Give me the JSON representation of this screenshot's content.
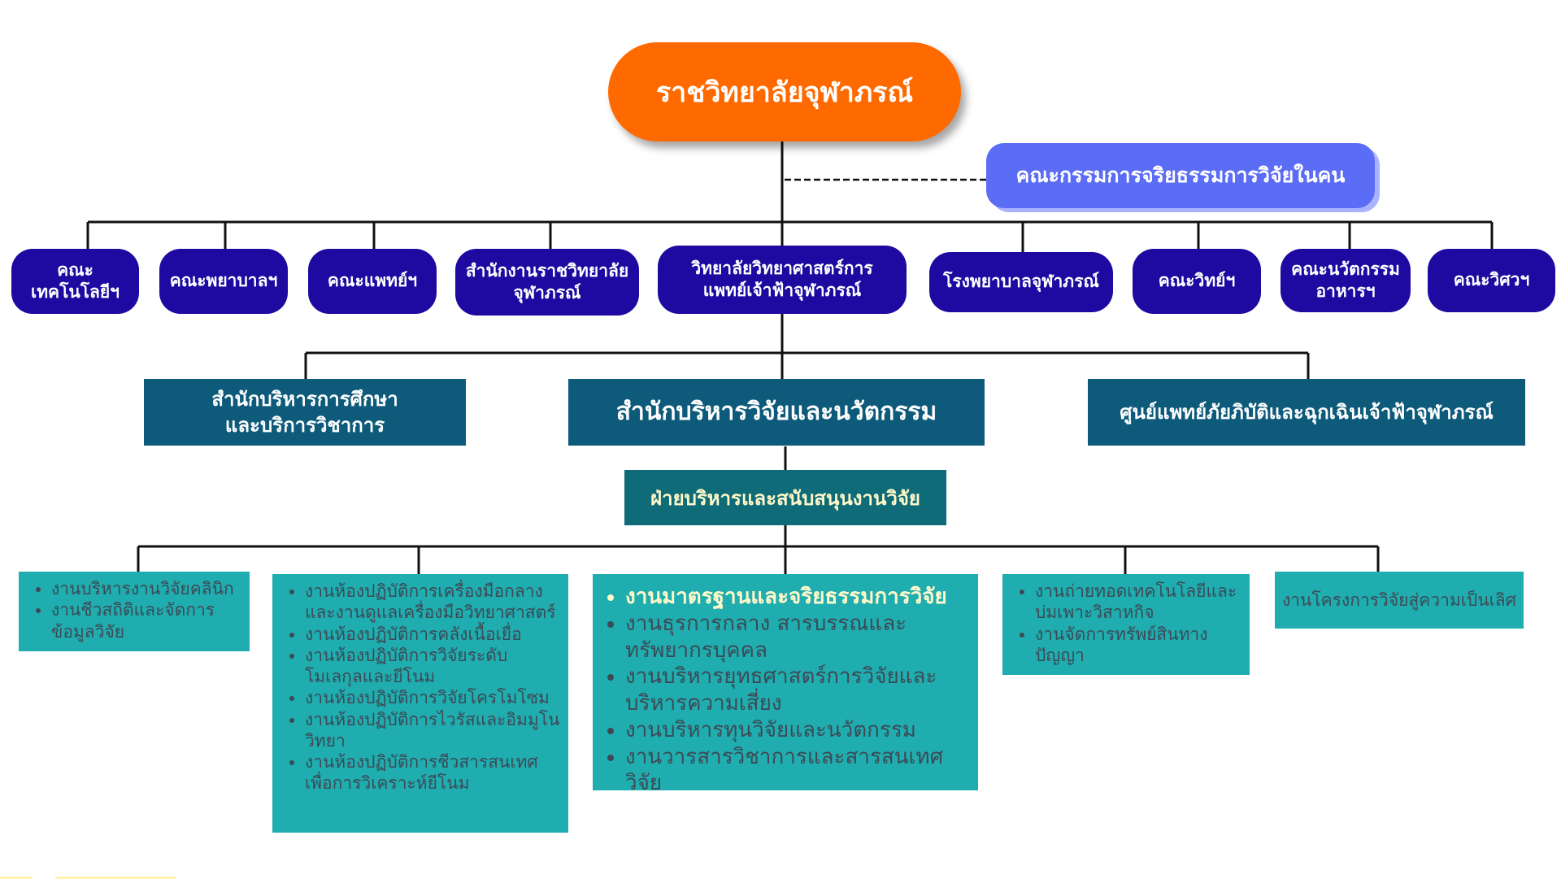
{
  "root": "ราชวิทยาลัยจุฬาภรณ์",
  "ethics_committee": "คณะกรรมการจริยธรรมการวิจัยในคน",
  "faculties": [
    "คณะ\nเทคโนโลยีฯ",
    "คณะพยาบาลฯ",
    "คณะแพทย์ฯ",
    "สำนักงานราชวิทยาลัย\nจุฬาภรณ์",
    "วิทยาลัยวิทยาศาสตร์การ\nแพทย์เจ้าฟ้าจุฬาภรณ์",
    "โรงพยาบาลจุฬาภรณ์",
    "คณะวิทย์ฯ",
    "คณะนวัตกรรม\nอาหารฯ",
    "คณะวิศวฯ"
  ],
  "offices": [
    "สำนักบริหารการศึกษา\nและบริการวิชาการ",
    "สำนักบริหารวิจัยและนวัตกรรม",
    "ศูนย์แพทย์ภัยภิบัติและฉุกเฉินเจ้าฟ้าจุฬาภรณ์"
  ],
  "division": "ฝ่ายบริหารและสนับสนุนงานวิจัย",
  "units": [
    [
      "งานบริหารงานวิจัยคลินิก",
      "งานชีวสถิติและจัดการข้อมูลวิจัย"
    ],
    [
      "งานห้องปฏิบัติการเครื่องมือกลางและงานดูแลเครื่องมือวิทยาศาสตร์",
      "งานห้องปฏิบัติการคลังเนื้อเยื่อ",
      "งานห้องปฏิบัติการวิจัยระดับโมเลกุลและยีโนม",
      "งานห้องปฏิบัติการวิจัยโครโมโซม",
      "งานห้องปฏิบัติการไวรัสและอิมมูโนวิทยา",
      "งานห้องปฏิบัติการชีวสารสนเทศเพื่อการวิเคราะห์ยีโนม"
    ],
    [
      "งานมาตรฐานและจริยธรรมการวิจัย",
      "งานธุรการกลาง สารบรรณและทรัพยากรบุคคล",
      "งานบริหารยุทธศาสตร์การวิจัยและบริหารความเสี่ยง",
      "งานบริหารทุนวิจัยและนวัตกรรม",
      "งานวารสารวิชาการและสารสนเทศวิจัย"
    ],
    [
      "งานถ่ายทอดเทคโนโลยีและบ่มเพาะวิสาหกิจ",
      "งานจัดการทรัพย์สินทางปัญญา"
    ],
    [
      "งานโครงการวิจัยสู่ความเป็นเลิศ"
    ]
  ],
  "colors": {
    "root": "#ff6a00",
    "ethics": "#5b6cf5",
    "faculty": "#1e0aa0",
    "office": "#0d5a7a",
    "division": "#0f6b78",
    "unit": "#1fadb0",
    "line": "#111111"
  }
}
